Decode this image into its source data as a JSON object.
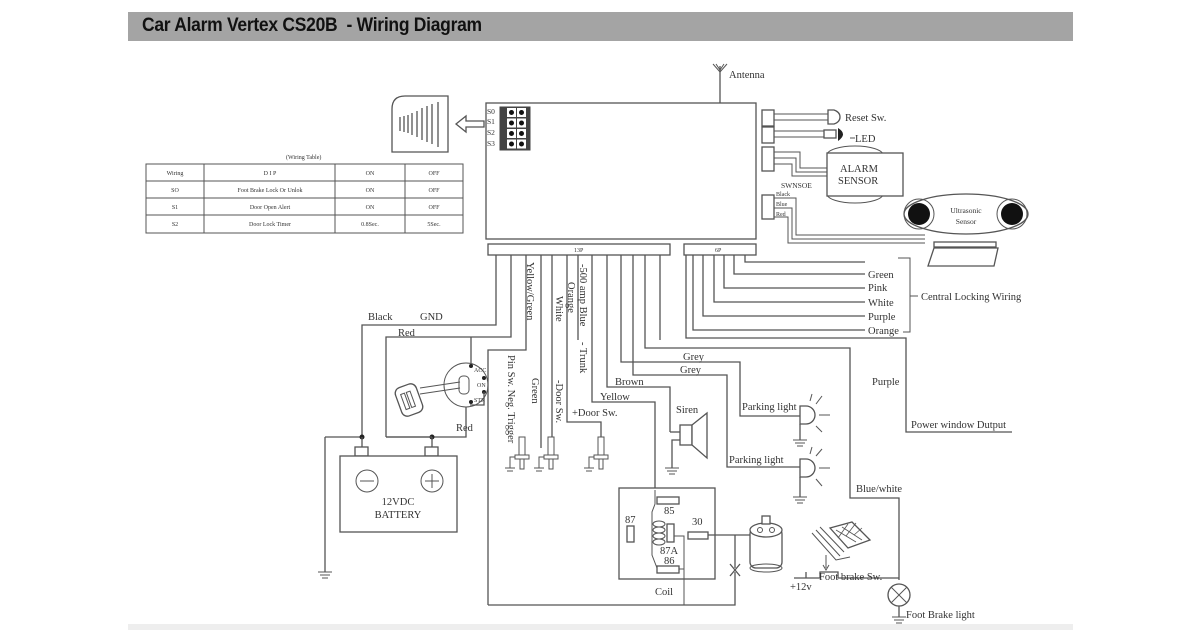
{
  "title": "Car Alarm Vertex CS20B  - Wiring Diagram",
  "colors": {
    "title_bar": "#a4a4a4",
    "line": "#555555",
    "text": "#333333"
  },
  "antenna_label": "Antenna",
  "dip_switches": [
    "S0",
    "S1",
    "S2",
    "S3"
  ],
  "connector_13p": "13P",
  "connector_6p": "6P",
  "wiring_table": {
    "caption": "(Wiring Table)",
    "headers": [
      "Wiring",
      "D I P",
      "ON",
      "OFF"
    ],
    "rows": [
      [
        "SO",
        "Foot Brake Lock Or Unlok",
        "ON",
        "OFF"
      ],
      [
        "S1",
        "Door Open Alert",
        "ON",
        "OFF"
      ],
      [
        "S2",
        "Door Lock Timer",
        "0.8Sec.",
        "5Sec."
      ]
    ]
  },
  "right_side": {
    "reset_sw": "Reset Sw.",
    "led": "LED",
    "alarm_sensor_l1": "ALARM",
    "alarm_sensor_l2": "SENSOR",
    "swnsoe": "SWNSOE",
    "black": "Black",
    "blue": "Blue",
    "red": "Red",
    "ultrasonic_l1": "Ultrasonic",
    "ultrasonic_l2": "Sensor"
  },
  "central_locking": {
    "wires": [
      "Green",
      "Pink",
      "White",
      "Purple",
      "Orange"
    ],
    "label": "Central Locking Wiring"
  },
  "wire_labels": {
    "black": "Black",
    "gnd": "GND",
    "red_top": "Red",
    "red_ign": "Red",
    "yellow_green": "Yellow/Green",
    "orange": "Orange",
    "white": "White",
    "blue_500": "-500 amp Blue",
    "trunk": "- Trunk",
    "pin_sw": "Pin Sw. Neg. Trigger",
    "green": "Green",
    "door_neg": "-Door Sw.",
    "door_pos": "+Door Sw.",
    "yellow": "Yellow",
    "brown": "Brown",
    "grey1": "Grey",
    "grey2": "Grey",
    "siren": "Siren",
    "parking1": "Parking light",
    "parking2": "Parking light",
    "purple": "Purple",
    "power_window": "Power window Dutput",
    "blue_white": "Blue/white",
    "foot_brake_sw": "Foot brake Sw.",
    "plus12v": "+12v",
    "foot_brake_light": "Foot Brake light"
  },
  "ignition": {
    "acc": "ACC",
    "on": "ON",
    "st": "STR"
  },
  "battery": {
    "l1": "12VDC",
    "l2": "BATTERY"
  },
  "relay": {
    "p85": "85",
    "p87": "87",
    "p87a": "87A",
    "p86": "86",
    "p30": "30",
    "coil": "Coil"
  }
}
